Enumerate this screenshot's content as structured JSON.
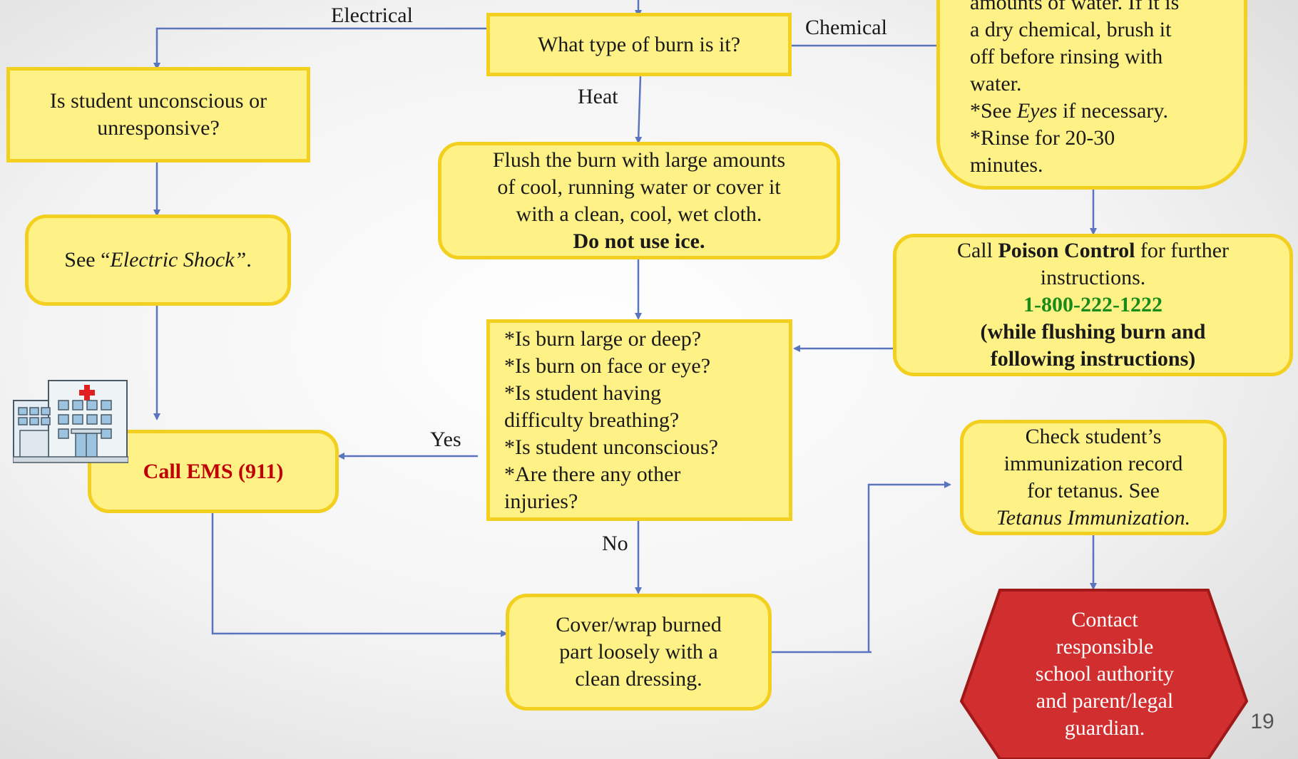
{
  "labels": {
    "electrical": "Electrical",
    "chemical": "Chemical",
    "heat": "Heat",
    "yes": "Yes",
    "no": "No"
  },
  "nodes": {
    "burn_type": "What type of burn is it?",
    "unconscious_q": "Is student unconscious or unresponsive?",
    "electric_shock": {
      "prefix": "See “",
      "ref": "Electric Shock”",
      "suffix": "."
    },
    "flush": {
      "lines": [
        "Flush the burn with large amounts",
        "of cool, running water or cover it",
        "with a clean, cool, wet cloth."
      ],
      "bold": "Do not use ice."
    },
    "chemical_box": {
      "lines": [
        "amounts of water.  If it is",
        "a dry chemical, brush it",
        "off before rinsing with",
        "water."
      ],
      "see_prefix": "*See ",
      "see_ref": "Eyes",
      "see_suffix": " if necessary.",
      "rinse": [
        "*Rinse for 20-30",
        "minutes."
      ]
    },
    "poison": {
      "prefix": "Call ",
      "bold": "Poison Control",
      "suffix": " for further",
      "line2": "instructions.",
      "phone": "1-800-222-1222",
      "note1": "(while flushing burn and",
      "note2": "following instructions)"
    },
    "questions": [
      "*Is burn large or deep?",
      "*Is burn on face or eye?",
      "*Is student having",
      "difficulty breathing?",
      "*Is student unconscious?",
      "*Are there any other",
      "injuries?"
    ],
    "ems": "Call EMS (911)",
    "cover": [
      "Cover/wrap burned",
      "part loosely with a",
      "clean dressing."
    ],
    "tetanus": {
      "lines": [
        "Check student’s",
        "immunization record",
        "for tetanus.  See"
      ],
      "ref": "Tetanus Immunization."
    },
    "contact": [
      "Contact",
      "responsible",
      "school authority",
      "and parent/legal",
      "guardian."
    ]
  },
  "page_number": "19",
  "colors": {
    "box_fill": "#fef287",
    "box_border": "#f3cf1f",
    "arrow": "#5b74c0",
    "ems_text": "#c00000",
    "phone_text": "#1a8a1a",
    "hexagon_fill": "#d12f2f"
  }
}
